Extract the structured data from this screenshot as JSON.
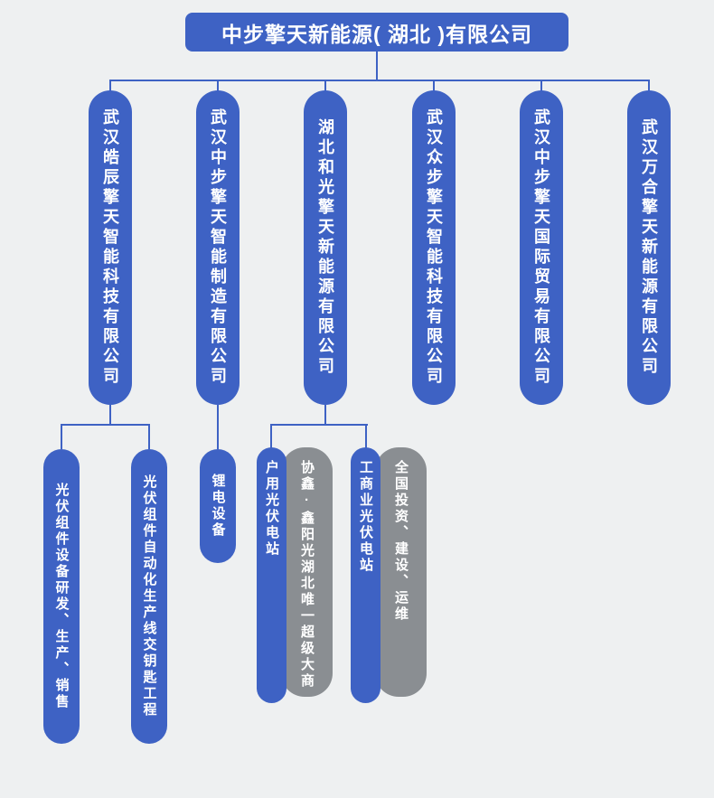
{
  "colors": {
    "background": "#eef0f1",
    "node_blue": "#3e62c4",
    "node_gray": "#8a8e92",
    "connector": "#3e62c4",
    "text": "#ffffff"
  },
  "org": {
    "root": "中步擎天新能源( 湖北 )有限公司",
    "branches": [
      {
        "label": "武汉皓辰擎天智能科技有限公司",
        "children": [
          {
            "label": "光伏组件设备研发、生产、销售"
          },
          {
            "label": "光伏组件自动化生产线交钥匙工程"
          }
        ]
      },
      {
        "label": "武汉中步擎天智能制造有限公司",
        "children": [
          {
            "label": "锂电设备"
          }
        ]
      },
      {
        "label": "湖北和光擎天新能源有限公司",
        "children": [
          {
            "label": "户用光伏电站",
            "note": "协鑫·鑫阳光湖北唯一超级大商"
          },
          {
            "label": "工商业光伏电站",
            "note": "全国投资、建设、运维"
          }
        ]
      },
      {
        "label": "武汉众步擎天智能科技有限公司",
        "children": []
      },
      {
        "label": "武汉中步擎天国际贸易有限公司",
        "children": []
      },
      {
        "label": "武汉万合擎天新能源有限公司",
        "children": []
      }
    ]
  }
}
